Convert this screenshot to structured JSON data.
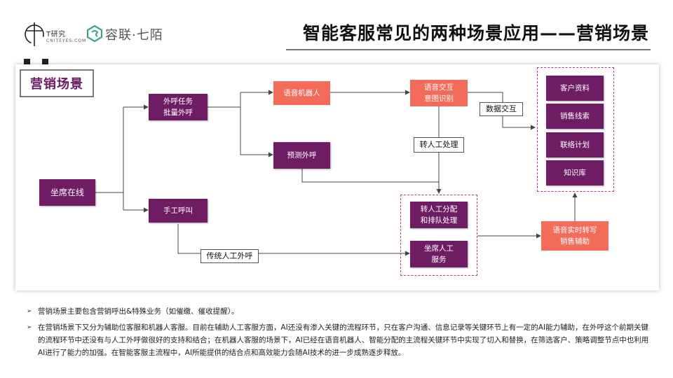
{
  "header": {
    "logo_t_text": "T研究",
    "logo_t_sub": "CNITEYES.COM",
    "logo_r_text": "容联·七陌",
    "title": "智能客服常见的两种场景应用——营销场景"
  },
  "scene_label": "营销场景",
  "nodes": {
    "agent_online": "坐席在线",
    "outbound_task": "外呼任务\n批量外呼",
    "manual_call": "手工呼叫",
    "voice_robot": "语音机器人",
    "predictive_call": "预测外呼",
    "voice_interaction": "语音交互\n意图识别",
    "transfer_label": "转人工处理",
    "data_interaction": "数据交互",
    "traditional_call": "传统人工外呼",
    "transfer_queue": "转人工分配\n和排队处理",
    "agent_service": "坐席人工\n服务",
    "realtime_transcribe": "语音实时转写\n销售辅助",
    "customer_profile": "客户资料",
    "sales_leads": "销售线索",
    "contact_plan": "联络计划",
    "knowledge_base": "知识库"
  },
  "notes": [
    "营销场景主要包含营销呼出&特殊业务（如催缴、催收提醒）。",
    "在营销场景下又分为辅助位客服和机器人客服。目前在辅助人工客服方面，AI还没有渗入关键的流程环节，只在客户沟通、信息记录等关键环节上有一定的AI能力辅助，在外呼这个前期关键的流程环节中还没有与人工外呼做很好的支持和结合；在机器人客服的场景下，AI已经在语音机器人、智能分配的主流程关键环节中实现了切入和替换，在筛选客户、策略调整节点中也利用AI进行了能力的加强。在智能客服主流程中，AI所能提供的结合点和高效能力会随AI技术的进一步成熟逐步释放。"
  ],
  "colors": {
    "purple": "#6e1c64",
    "coral": "#f36c5a",
    "dashed_border": "#a23e98"
  }
}
